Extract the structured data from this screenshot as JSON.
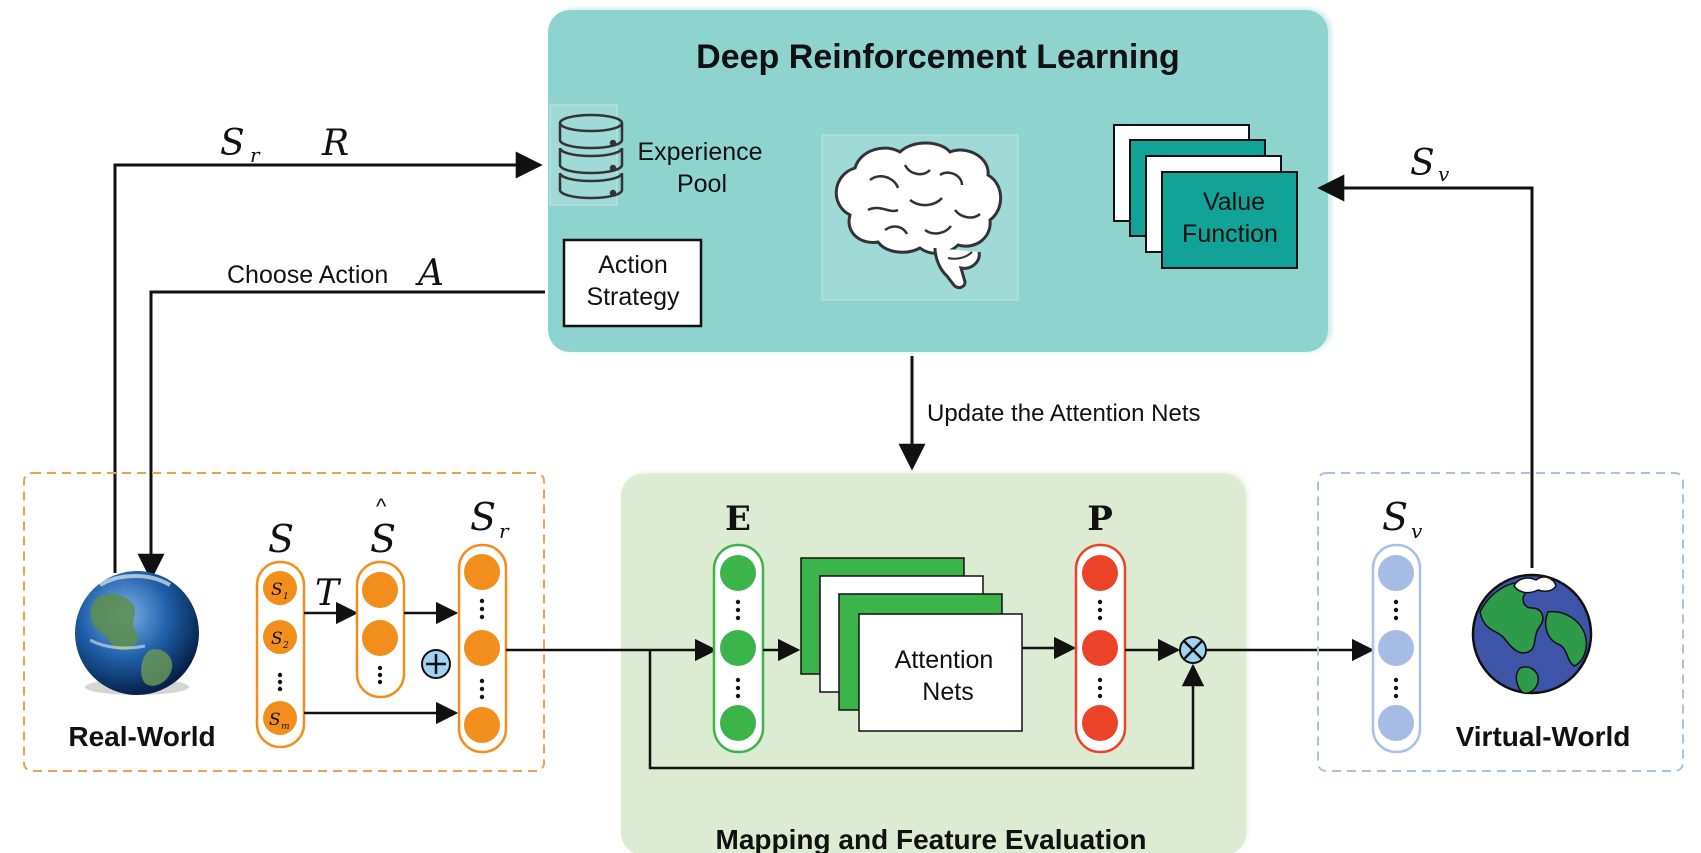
{
  "drl": {
    "title": "Deep Reinforcement Learning",
    "experience_pool": [
      "Experience",
      "Pool"
    ],
    "action_strategy": [
      "Action",
      "Strategy"
    ],
    "value_function": [
      "Value",
      "Function"
    ]
  },
  "arrows": {
    "state_reward": [
      "S",
      "r",
      "R"
    ],
    "choose_action": "Choose Action",
    "action_symbol": "A",
    "virtual_state": [
      "S",
      "v"
    ],
    "update": "Update the Attention Nets"
  },
  "real_world": {
    "label": "Real-World",
    "s_label": "S",
    "s_hat_label": "S",
    "sr_label": [
      "S",
      "r"
    ],
    "transform_label": "T",
    "s_nodes": [
      "S",
      "1",
      "S",
      "2",
      "S",
      "m"
    ]
  },
  "mapping": {
    "title": "Mapping and Feature Evaluation",
    "e_label": "E",
    "p_label": "P",
    "attention": [
      "Attention",
      "Nets"
    ]
  },
  "virtual_world": {
    "label": "Virtual-World",
    "sv_label": [
      "S",
      "v"
    ]
  },
  "colors": {
    "drl_panel": "#8fd3cf",
    "value_teal": "#12a398",
    "mapping_panel": "#dcebd2",
    "orange": "#f28e1c",
    "green": "#3bb54a",
    "red": "#ea4328",
    "blue_node": "#a5bde4",
    "orange_border": "#f0a04b",
    "blue_border": "#a9c1e3"
  }
}
